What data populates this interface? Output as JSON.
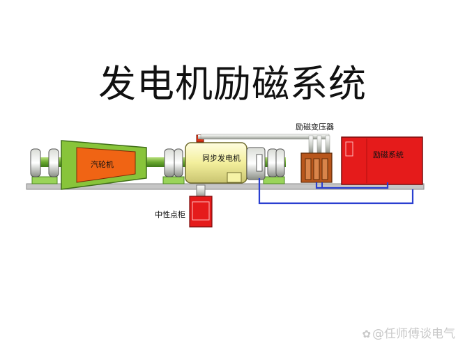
{
  "title": "发电机励磁系统",
  "labels": {
    "turbine": "汽轮机",
    "generator": "同步发电机",
    "transformer": "励磁变压器",
    "excitation": "励磁系统",
    "neutral": "中性点柜"
  },
  "watermark": "@任师傅谈电气",
  "colors": {
    "turbine_outer": "#88c43a",
    "turbine_inner": "#f06414",
    "generator_body": "#f6f3a6",
    "cabinet_red": "#e51b1b",
    "transformer": "#b8561c",
    "cable": "#2a3fd0",
    "rail": "#c4c4c4",
    "pedestal": "#9ad45a"
  }
}
